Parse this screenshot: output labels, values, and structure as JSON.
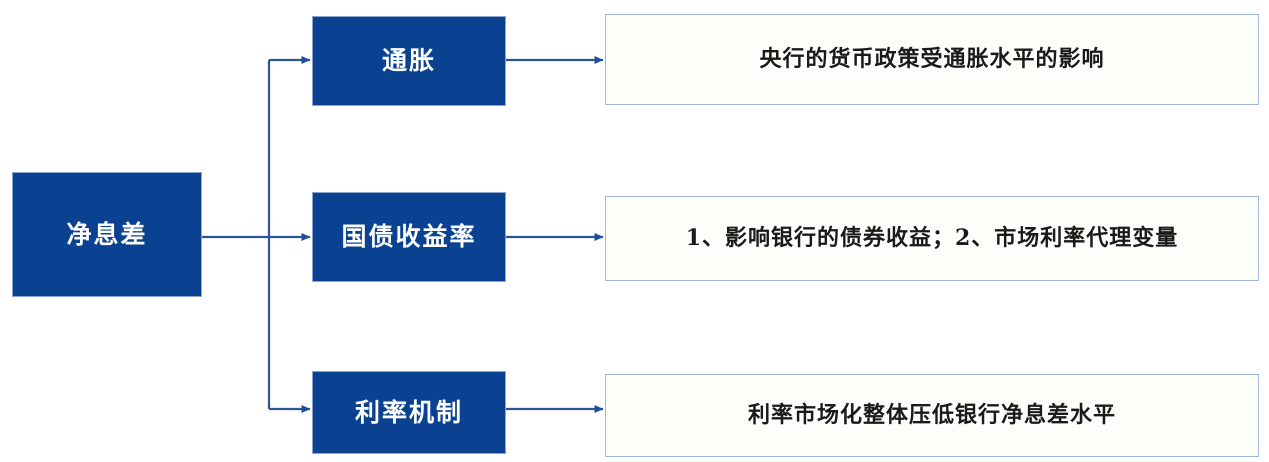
{
  "diagram": {
    "type": "flowchart",
    "orientation": "left-to-right",
    "colors": {
      "node_fill": "#0a4190",
      "node_text": "#ffffff",
      "connector": "#2f5597",
      "outline_border": "#9eb6d9",
      "outline_fill": "#fdfdfa",
      "outline_text": "#1a1a1a",
      "background": "#ffffff"
    },
    "root": {
      "label": "净息差"
    },
    "branches": [
      {
        "label": "通胀",
        "description": "央行的货币政策受通胀水平的影响"
      },
      {
        "label": "国债收益率",
        "description": "1、影响银行的债券收益；2、市场利率代理变量"
      },
      {
        "label": "利率机制",
        "description": "利率市场化整体压低银行净息差水平"
      }
    ]
  }
}
